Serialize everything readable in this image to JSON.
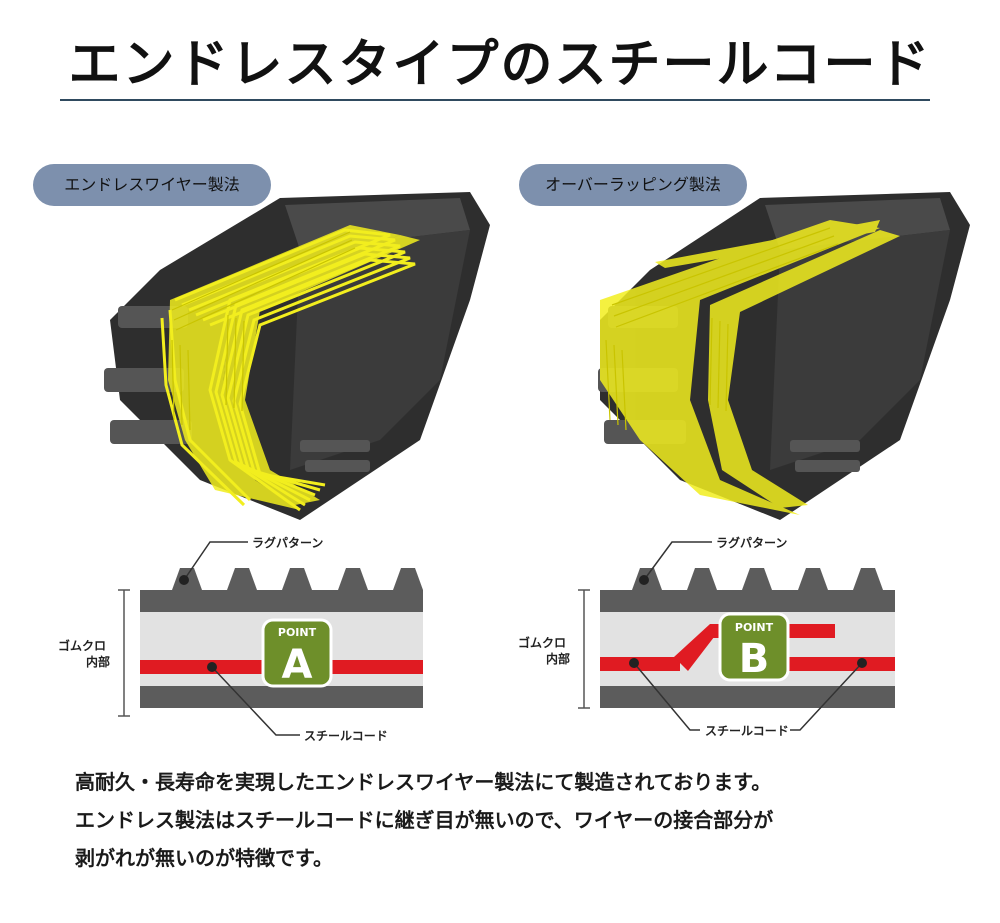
{
  "title": "エンドレスタイプのスチールコード",
  "left": {
    "badge": "エンドレスワイヤー製法",
    "lug_label": "ラグパターン",
    "rubber_label_1": "ゴムクロ",
    "rubber_label_2": "内部",
    "point_label": "POINT",
    "point_letter": "A",
    "cord_label": "スチールコード"
  },
  "right": {
    "badge": "オーバーラッピング製法",
    "lug_label": "ラグパターン",
    "rubber_label_1": "ゴムクロ",
    "rubber_label_2": "内部",
    "point_label": "POINT",
    "point_letter": "B",
    "cord_label": "スチールコード"
  },
  "description": [
    "高耐久・長寿命を実現したエンドレスワイヤー製法にて製造されております。",
    "エンドレス製法はスチールコードに継ぎ目が無いので、ワイヤーの接合部分が",
    "剥がれが無いのが特徴です。"
  ],
  "colors": {
    "cord_yellow": "#f2ee1e",
    "steel_red": "#e01b22",
    "point_green": "#6e8f2a",
    "badge_blue": "#7d90ad",
    "rubber_gray": "#5c5c5c"
  }
}
